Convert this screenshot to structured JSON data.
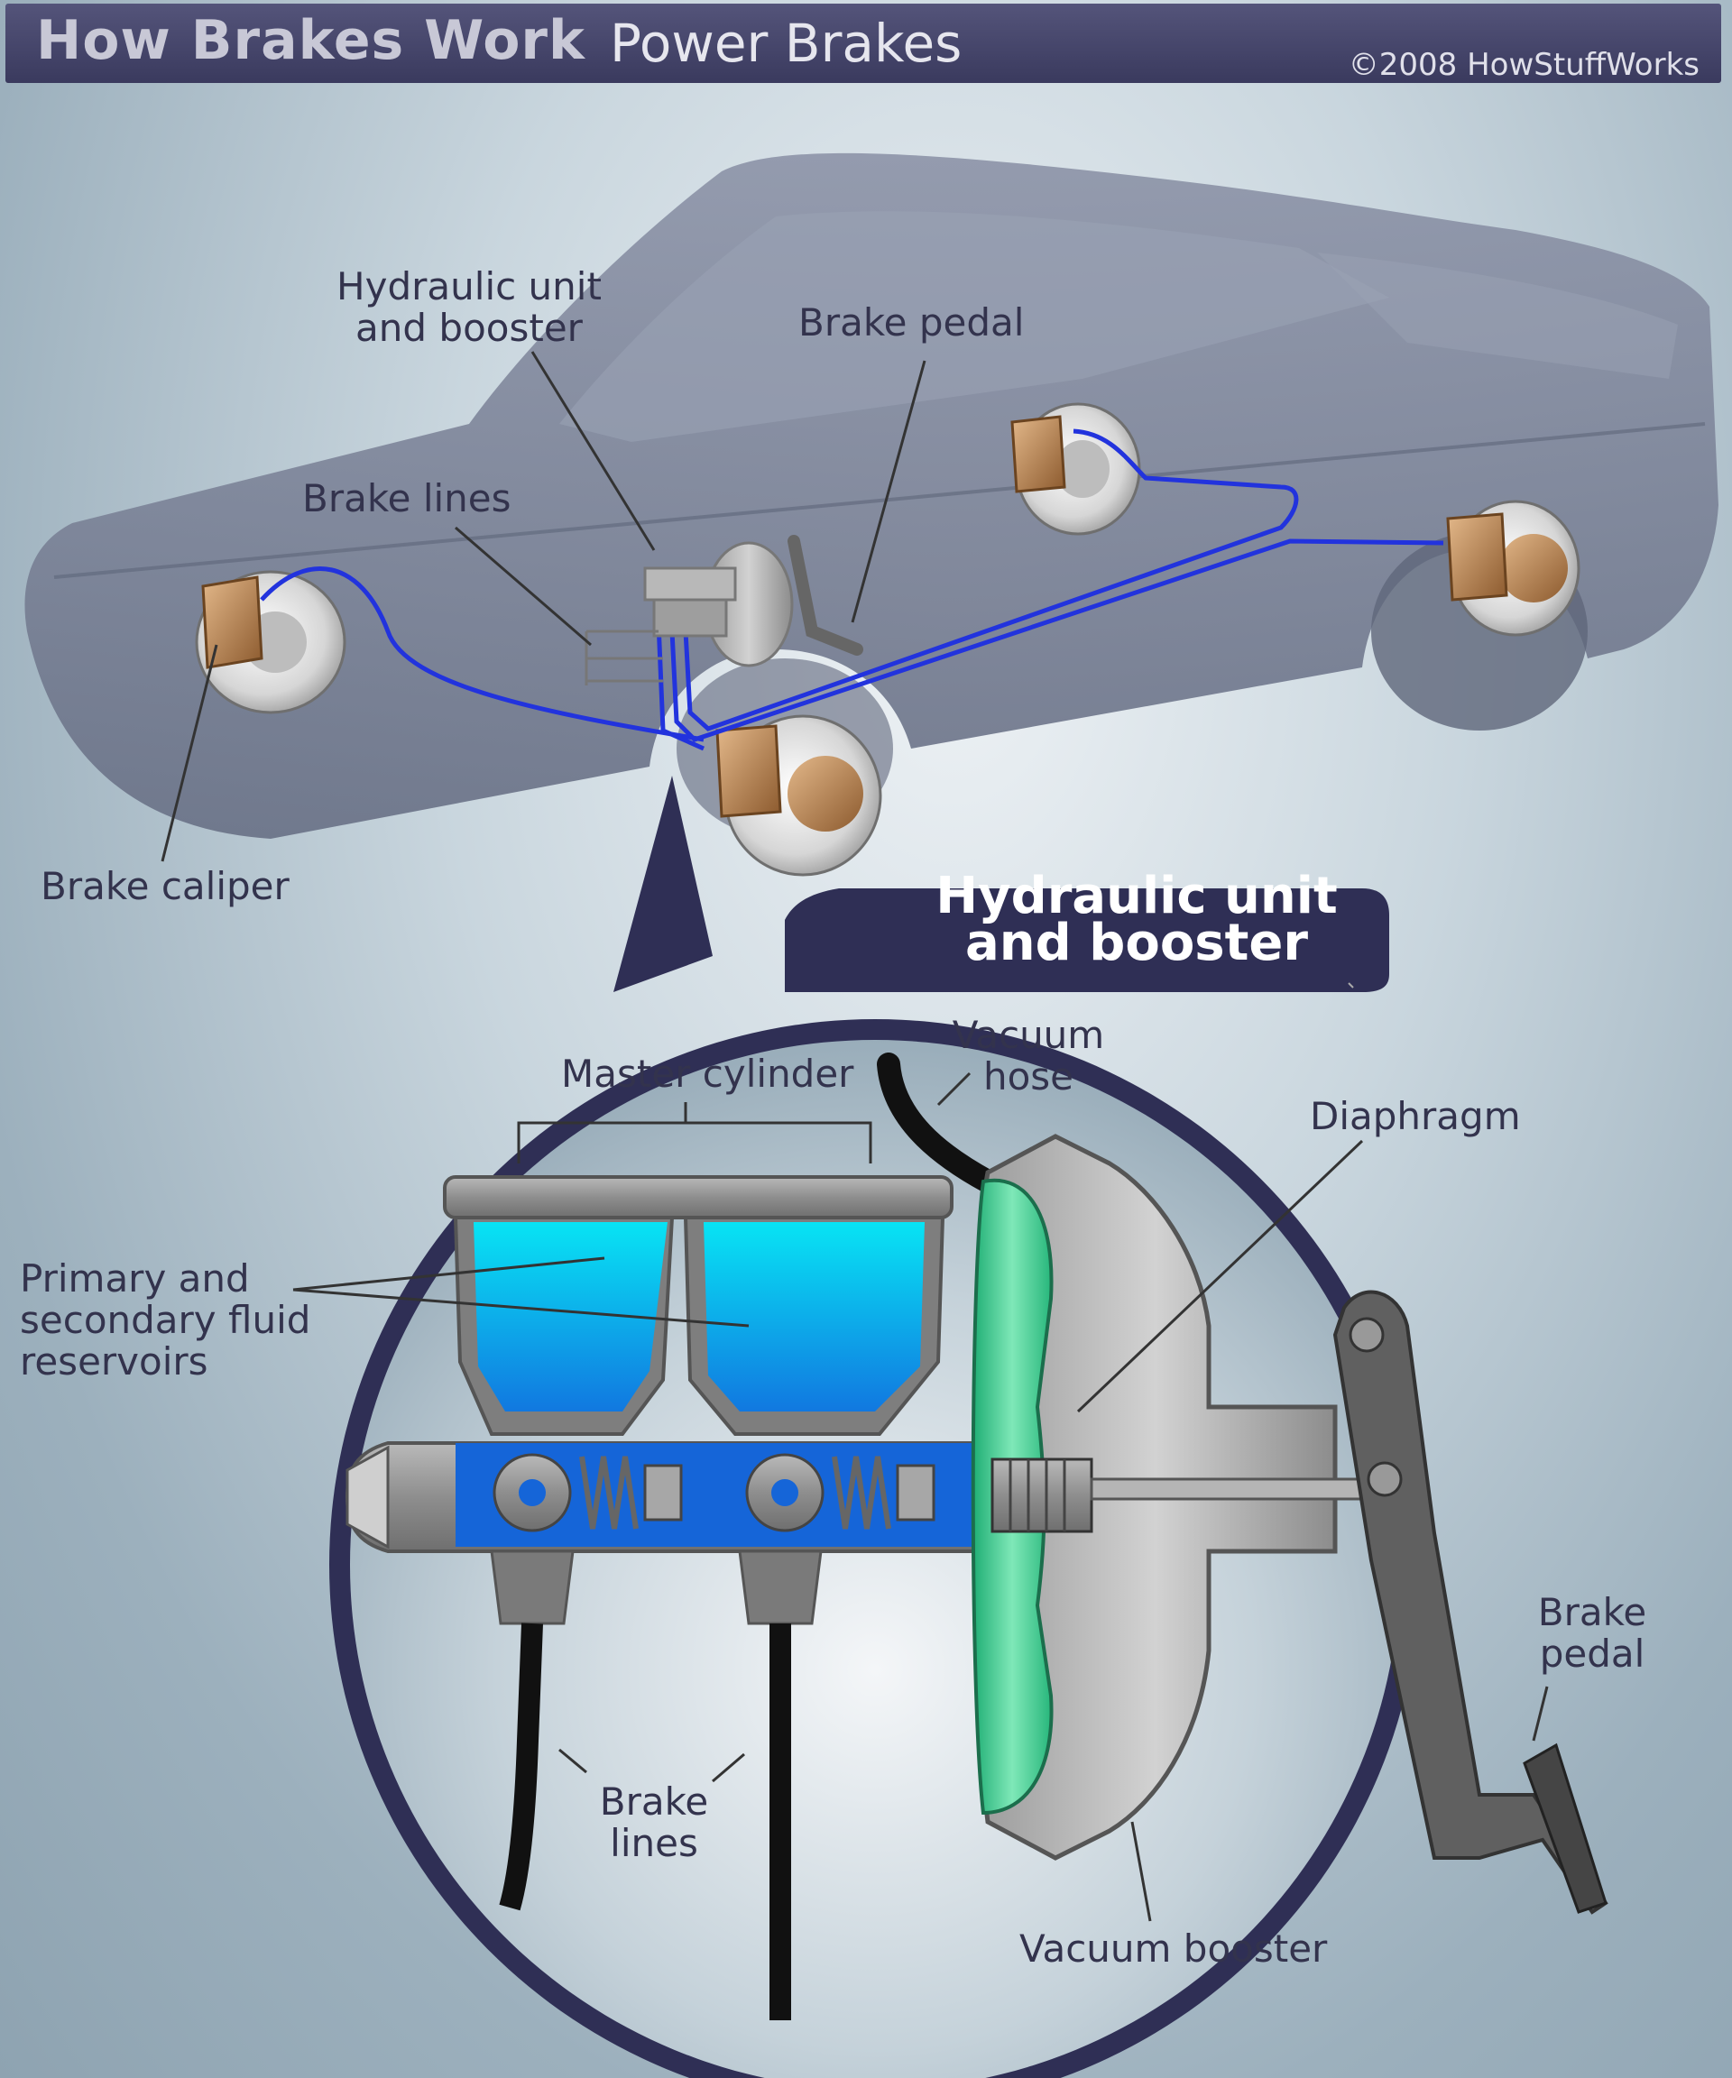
{
  "header": {
    "title": "How Brakes Work",
    "subtitle": "Power Brakes",
    "copyright": "©2008 HowStuffWorks"
  },
  "car_labels": {
    "hydraulic_unit": [
      "Hydraulic unit",
      "and booster"
    ],
    "brake_pedal": "Brake pedal",
    "brake_lines": "Brake lines",
    "brake_caliper": "Brake caliper"
  },
  "inset": {
    "title": [
      "Hydraulic unit",
      "and booster"
    ],
    "master_cylinder": "Master cylinder",
    "vacuum_hose": [
      "Vacuum",
      "hose"
    ],
    "diaphragm": "Diaphragm",
    "reservoirs": [
      "Primary and",
      "secondary fluid",
      "reservoirs"
    ],
    "brake_lines": [
      "Brake",
      "lines"
    ],
    "brake_pedal": [
      "Brake",
      "pedal"
    ],
    "vacuum_booster": "Vacuum booster"
  },
  "colors": {
    "header_bg": "#3f3f63",
    "car_body": "#7a8296",
    "brake_line": "#2233dd",
    "caliper": "#b58453",
    "fluid": "#1aa8f0",
    "diaphragm": "#33c98c",
    "inset_ring": "#2f2f55"
  }
}
